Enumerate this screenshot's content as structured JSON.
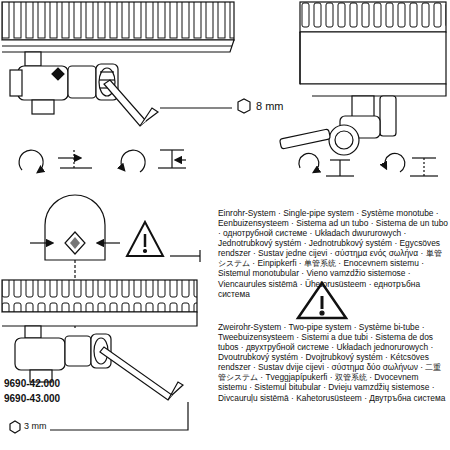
{
  "diagram": {
    "labels": [
      "8 mm",
      "Einrohr-System · Single-pipe system · Système monotube · Eenbuizensysteem · Sistema ad un tubo · Sistema de un tubo · однотрубной системе · Układach dwururowych · Jednotrubkový systém · Jednotrubkový systém · Egycsöves rendszer · Sustav jedne cijevi · σύστημα ενός σωλήνα · 単管システム · Einpipkerfi · 单管系统 · Enocevnem sistemu · Sistemul monotubular · Vieno vamzdžio sistemose · Viencaurules sistēmā · Ühetorusüsteem · еднотръбна система",
      "Zweirohr-System · Two-pipe system · Système bi-tube · Tweebuizensysteem · Sistemi a due tubi · Sistema de dos tubos · двухтрубной системе · Układach jednorurowych · Dvoutrubkový systém · Dvojtrubkový systém · Kétcsöves rendszer · Sustav dvije cijevi · σύστημα δύο σωλήνων · 二重管システム · Tveggjapípukerfi · 双管系统 · Dvocevnem sistemu · Sistemul bitubular · Dvieju vamzdžių sistemose · Divcauruļu sistēmā · Kahetorusüsteem · Двутръбна система",
      "9690-42.000",
      "9690-43.000",
      "3 mm"
    ]
  }
}
